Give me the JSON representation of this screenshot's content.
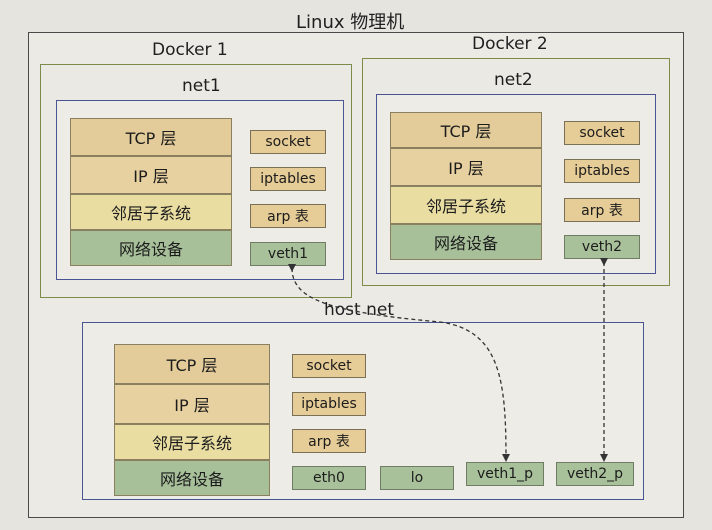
{
  "linux_title": "Linux 物理机",
  "docker1": {
    "title": "Docker 1",
    "net": "net1",
    "layers": [
      "TCP 层",
      "IP 层",
      "邻居子系统",
      "网络设备"
    ],
    "chips": [
      "socket",
      "iptables",
      "arp 表",
      "veth1"
    ]
  },
  "docker2": {
    "title": "Docker 2",
    "net": "net2",
    "layers": [
      "TCP 层",
      "IP 层",
      "邻居子系统",
      "网络设备"
    ],
    "chips": [
      "socket",
      "iptables",
      "arp 表",
      "veth2"
    ]
  },
  "host": {
    "net": "host net",
    "layers": [
      "TCP 层",
      "IP 层",
      "邻居子系统",
      "网络设备"
    ],
    "chips": [
      "socket",
      "iptables",
      "arp 表"
    ],
    "devices": [
      "eth0",
      "lo",
      "veth1_p",
      "veth2_p"
    ]
  }
}
